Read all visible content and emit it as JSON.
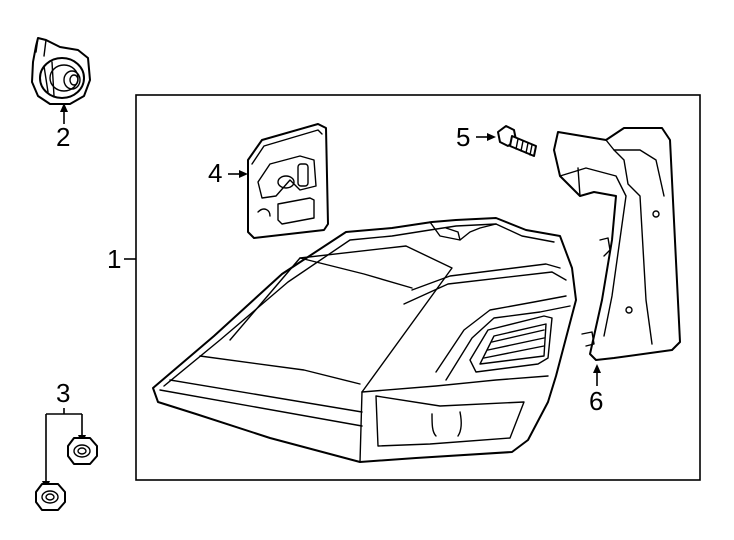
{
  "diagram": {
    "callouts": [
      {
        "id": "1",
        "label": "1"
      },
      {
        "id": "2",
        "label": "2"
      },
      {
        "id": "3",
        "label": "3"
      },
      {
        "id": "4",
        "label": "4"
      },
      {
        "id": "5",
        "label": "5"
      },
      {
        "id": "6",
        "label": "6"
      }
    ],
    "parts": [
      {
        "callout": "1",
        "icon": "tail-lamp-assembly-icon"
      },
      {
        "callout": "2",
        "icon": "bulb-socket-icon"
      },
      {
        "callout": "3",
        "icon": "nut-icon"
      },
      {
        "callout": "4",
        "icon": "gasket-icon"
      },
      {
        "callout": "5",
        "icon": "screw-icon"
      },
      {
        "callout": "6",
        "icon": "bracket-icon"
      }
    ]
  }
}
